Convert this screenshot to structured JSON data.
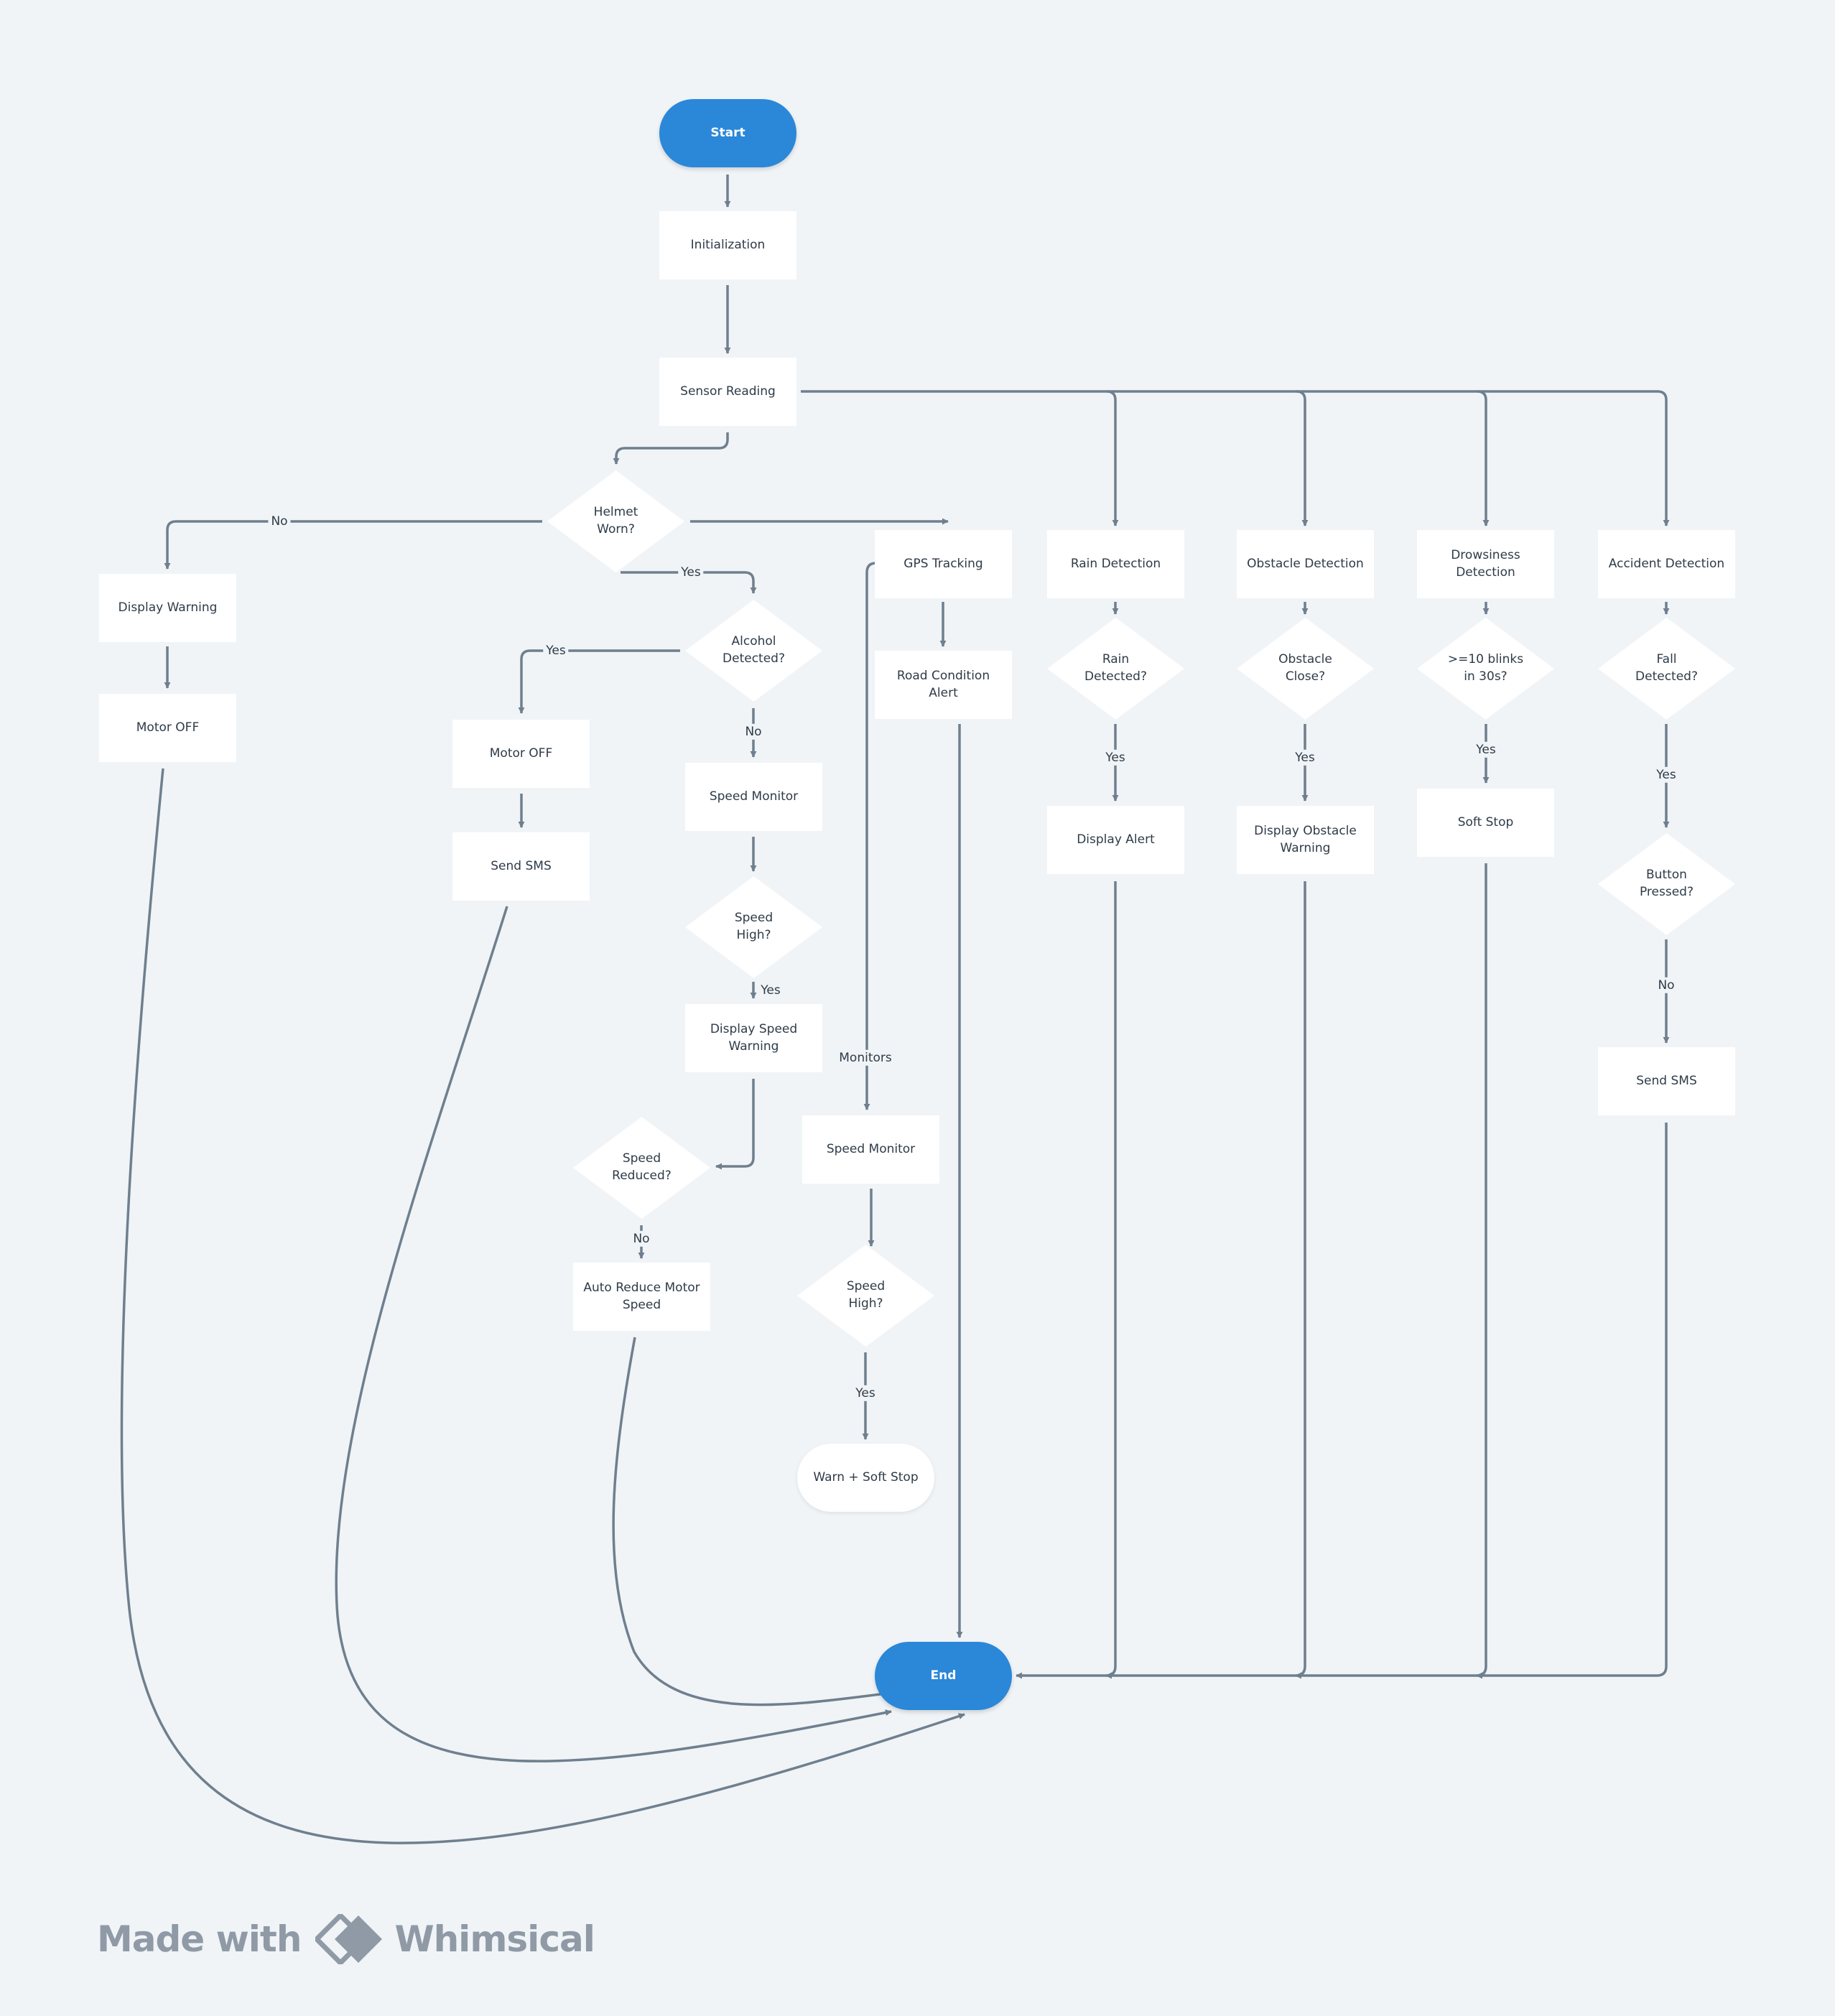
{
  "diagram": {
    "nodes": {
      "start": "Start",
      "init": "Initialization",
      "sensor": "Sensor Reading",
      "helmet": "Helmet\nWorn?",
      "display_warning": "Display Warning",
      "motor_off_1": "Motor OFF",
      "alcohol": "Alcohol\nDetected?",
      "motor_off_2": "Motor OFF",
      "send_sms_1": "Send SMS",
      "speed_monitor_1": "Speed Monitor",
      "speed_high_1": "Speed\nHigh?",
      "display_speed_warning": "Display Speed\nWarning",
      "speed_reduced": "Speed\nReduced?",
      "auto_reduce": "Auto Reduce Motor\nSpeed",
      "gps": "GPS Tracking",
      "road_alert": "Road Condition Alert",
      "speed_monitor_2": "Speed Monitor",
      "speed_high_2": "Speed\nHigh?",
      "warn_soft_stop": "Warn + Soft Stop",
      "rain_detection": "Rain Detection",
      "rain_detected": "Rain\nDetected?",
      "display_alert": "Display Alert",
      "obstacle_detection": "Obstacle Detection",
      "obstacle_close": "Obstacle\nClose?",
      "display_obstacle_warning": "Display Obstacle\nWarning",
      "drowsiness_detection": "Drowsiness\nDetection",
      "blinks": ">=10 blinks\nin 30s?",
      "soft_stop": "Soft Stop",
      "accident_detection": "Accident Detection",
      "fall_detected": "Fall\nDetected?",
      "button_pressed": "Button\nPressed?",
      "send_sms_2": "Send SMS",
      "end": "End"
    },
    "edge_labels": {
      "helmet_no": "No",
      "helmet_yes": "Yes",
      "alcohol_yes": "Yes",
      "alcohol_no": "No",
      "speed_high_1_yes": "Yes",
      "speed_reduced_no": "No",
      "monitors": "Monitors",
      "speed_high_2_yes": "Yes",
      "rain_yes": "Yes",
      "obstacle_yes": "Yes",
      "blinks_yes": "Yes",
      "fall_yes": "Yes",
      "button_no": "No"
    }
  },
  "watermark": {
    "made_with": "Made with",
    "brand": "Whimsical"
  },
  "colors": {
    "terminal": "#2b87d8",
    "edge": "#6f7f8e",
    "background": "#f0f4f7",
    "node": "#ffffff",
    "text": "#2e3b48"
  }
}
